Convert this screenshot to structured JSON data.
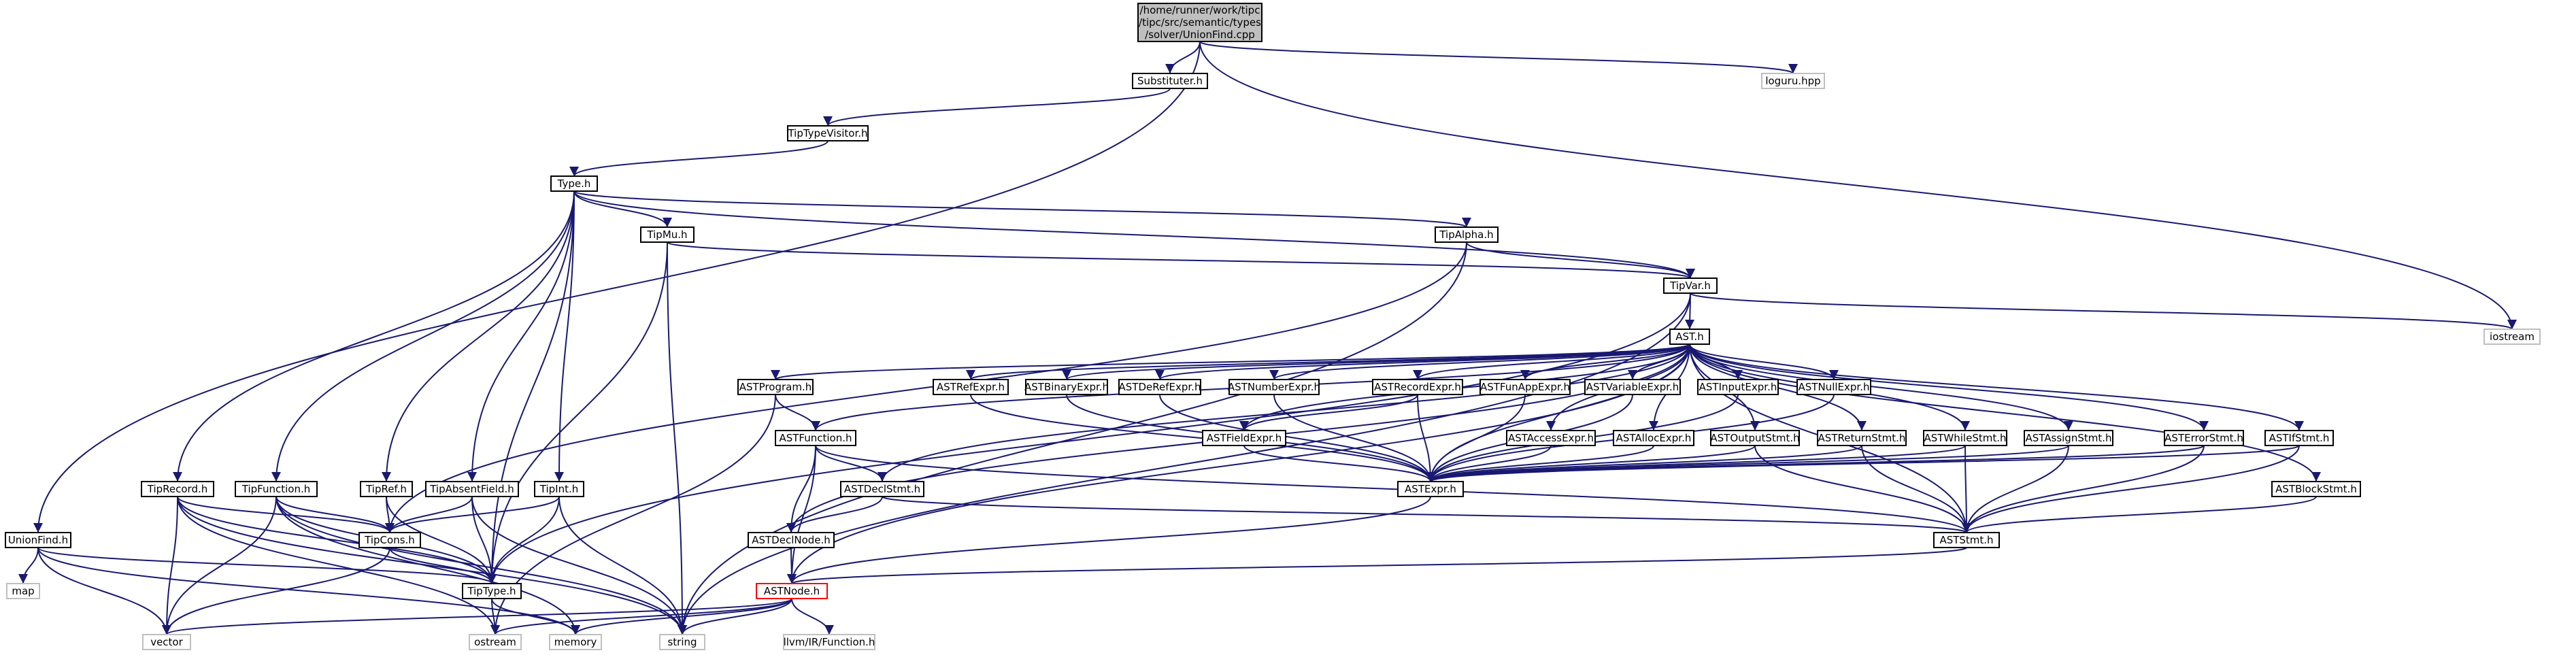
{
  "colors": {
    "edge": "#191970",
    "node_border": "#000000",
    "external_border": "#bfbfbf",
    "external_text": "#000000",
    "highlight_border": "#ff0000",
    "root_fill": "#bfbfbf",
    "node_fill": "#ffffff"
  },
  "graph": {
    "nodes": [
      {
        "id": "root",
        "lines": [
          "/home/runner/work/tipc",
          "/tipc/src/semantic/types",
          "/solver/UnionFind.cpp"
        ],
        "style": "root"
      },
      {
        "id": "substituter",
        "lines": [
          "Substituter.h"
        ],
        "style": "normal"
      },
      {
        "id": "loguru",
        "lines": [
          "loguru.hpp"
        ],
        "style": "external"
      },
      {
        "id": "tiptypevisitor",
        "lines": [
          "TipTypeVisitor.h"
        ],
        "style": "normal"
      },
      {
        "id": "type",
        "lines": [
          "Type.h"
        ],
        "style": "normal"
      },
      {
        "id": "tipmu",
        "lines": [
          "TipMu.h"
        ],
        "style": "normal"
      },
      {
        "id": "tipalpha",
        "lines": [
          "TipAlpha.h"
        ],
        "style": "normal"
      },
      {
        "id": "tipvar",
        "lines": [
          "TipVar.h"
        ],
        "style": "normal"
      },
      {
        "id": "iostream",
        "lines": [
          "iostream"
        ],
        "style": "external"
      },
      {
        "id": "ast",
        "lines": [
          "AST.h"
        ],
        "style": "normal"
      },
      {
        "id": "astprogram",
        "lines": [
          "ASTProgram.h"
        ],
        "style": "normal"
      },
      {
        "id": "astrefexpr",
        "lines": [
          "ASTRefExpr.h"
        ],
        "style": "normal"
      },
      {
        "id": "astbinaryexpr",
        "lines": [
          "ASTBinaryExpr.h"
        ],
        "style": "normal"
      },
      {
        "id": "astderefexpr",
        "lines": [
          "ASTDeRefExpr.h"
        ],
        "style": "normal"
      },
      {
        "id": "astnumberexpr",
        "lines": [
          "ASTNumberExpr.h"
        ],
        "style": "normal"
      },
      {
        "id": "astrecordexpr",
        "lines": [
          "ASTRecordExpr.h"
        ],
        "style": "normal"
      },
      {
        "id": "astfunappexpr",
        "lines": [
          "ASTFunAppExpr.h"
        ],
        "style": "normal"
      },
      {
        "id": "astvariableexpr",
        "lines": [
          "ASTVariableExpr.h"
        ],
        "style": "normal"
      },
      {
        "id": "astinputexpr",
        "lines": [
          "ASTInputExpr.h"
        ],
        "style": "normal"
      },
      {
        "id": "astnullexpr",
        "lines": [
          "ASTNullExpr.h"
        ],
        "style": "normal"
      },
      {
        "id": "astfunction",
        "lines": [
          "ASTFunction.h"
        ],
        "style": "normal"
      },
      {
        "id": "astfieldexpr",
        "lines": [
          "ASTFieldExpr.h"
        ],
        "style": "normal"
      },
      {
        "id": "astaccessexpr",
        "lines": [
          "ASTAccessExpr.h"
        ],
        "style": "normal"
      },
      {
        "id": "astallocexpr",
        "lines": [
          "ASTAllocExpr.h"
        ],
        "style": "normal"
      },
      {
        "id": "astoutputstmt",
        "lines": [
          "ASTOutputStmt.h"
        ],
        "style": "normal"
      },
      {
        "id": "astreturnstmt",
        "lines": [
          "ASTReturnStmt.h"
        ],
        "style": "normal"
      },
      {
        "id": "astwhilestmt",
        "lines": [
          "ASTWhileStmt.h"
        ],
        "style": "normal"
      },
      {
        "id": "astassignstmt",
        "lines": [
          "ASTAssignStmt.h"
        ],
        "style": "normal"
      },
      {
        "id": "asterrorstmt",
        "lines": [
          "ASTErrorStmt.h"
        ],
        "style": "normal"
      },
      {
        "id": "astifstmt",
        "lines": [
          "ASTIfStmt.h"
        ],
        "style": "normal"
      },
      {
        "id": "astdeclstmt",
        "lines": [
          "ASTDeclStmt.h"
        ],
        "style": "normal"
      },
      {
        "id": "astblockstmt",
        "lines": [
          "ASTBlockStmt.h"
        ],
        "style": "normal"
      },
      {
        "id": "astexpr",
        "lines": [
          "ASTExpr.h"
        ],
        "style": "normal"
      },
      {
        "id": "aststmt",
        "lines": [
          "ASTStmt.h"
        ],
        "style": "normal"
      },
      {
        "id": "astdeclnode",
        "lines": [
          "ASTDeclNode.h"
        ],
        "style": "normal"
      },
      {
        "id": "astnode",
        "lines": [
          "ASTNode.h"
        ],
        "style": "highlight"
      },
      {
        "id": "tiprecord",
        "lines": [
          "TipRecord.h"
        ],
        "style": "normal"
      },
      {
        "id": "tipfunction",
        "lines": [
          "TipFunction.h"
        ],
        "style": "normal"
      },
      {
        "id": "tipref",
        "lines": [
          "TipRef.h"
        ],
        "style": "normal"
      },
      {
        "id": "tipabsentfield",
        "lines": [
          "TipAbsentField.h"
        ],
        "style": "normal"
      },
      {
        "id": "tipint",
        "lines": [
          "TipInt.h"
        ],
        "style": "normal"
      },
      {
        "id": "tipcons",
        "lines": [
          "TipCons.h"
        ],
        "style": "normal"
      },
      {
        "id": "tiptype",
        "lines": [
          "TipType.h"
        ],
        "style": "normal"
      },
      {
        "id": "unionfind",
        "lines": [
          "UnionFind.h"
        ],
        "style": "normal"
      },
      {
        "id": "map",
        "lines": [
          "map"
        ],
        "style": "external"
      },
      {
        "id": "vector",
        "lines": [
          "vector"
        ],
        "style": "external"
      },
      {
        "id": "ostream",
        "lines": [
          "ostream"
        ],
        "style": "external"
      },
      {
        "id": "memory",
        "lines": [
          "memory"
        ],
        "style": "external"
      },
      {
        "id": "string",
        "lines": [
          "string"
        ],
        "style": "external"
      },
      {
        "id": "llvmfunction",
        "lines": [
          "llvm/IR/Function.h"
        ],
        "style": "external"
      }
    ],
    "edges": [
      [
        "root",
        "substituter"
      ],
      [
        "root",
        "loguru"
      ],
      [
        "root",
        "unionfind"
      ],
      [
        "root",
        "iostream"
      ],
      [
        "substituter",
        "tiptypevisitor"
      ],
      [
        "tiptypevisitor",
        "type"
      ],
      [
        "type",
        "tipmu"
      ],
      [
        "type",
        "tipalpha"
      ],
      [
        "type",
        "tipvar"
      ],
      [
        "type",
        "tiprecord"
      ],
      [
        "type",
        "tipfunction"
      ],
      [
        "type",
        "tipref"
      ],
      [
        "type",
        "tipabsentfield"
      ],
      [
        "type",
        "tipint"
      ],
      [
        "type",
        "tiptype"
      ],
      [
        "tipmu",
        "tipvar"
      ],
      [
        "tipmu",
        "tiptype"
      ],
      [
        "tipmu",
        "string"
      ],
      [
        "tipalpha",
        "tipvar"
      ],
      [
        "tipalpha",
        "tipcons"
      ],
      [
        "tipalpha",
        "string"
      ],
      [
        "tipvar",
        "ast"
      ],
      [
        "tipvar",
        "iostream"
      ],
      [
        "tipvar",
        "tiptype"
      ],
      [
        "tipvar",
        "string"
      ],
      [
        "ast",
        "astprogram"
      ],
      [
        "ast",
        "astrefexpr"
      ],
      [
        "ast",
        "astbinaryexpr"
      ],
      [
        "ast",
        "astderefexpr"
      ],
      [
        "ast",
        "astnumberexpr"
      ],
      [
        "ast",
        "astrecordexpr"
      ],
      [
        "ast",
        "astfunappexpr"
      ],
      [
        "ast",
        "astvariableexpr"
      ],
      [
        "ast",
        "astinputexpr"
      ],
      [
        "ast",
        "astnullexpr"
      ],
      [
        "ast",
        "astfunction"
      ],
      [
        "ast",
        "astfieldexpr"
      ],
      [
        "ast",
        "astaccessexpr"
      ],
      [
        "ast",
        "astallocexpr"
      ],
      [
        "ast",
        "astoutputstmt"
      ],
      [
        "ast",
        "astreturnstmt"
      ],
      [
        "ast",
        "astwhilestmt"
      ],
      [
        "ast",
        "astassignstmt"
      ],
      [
        "ast",
        "asterrorstmt"
      ],
      [
        "ast",
        "astifstmt"
      ],
      [
        "ast",
        "astdeclstmt"
      ],
      [
        "ast",
        "astblockstmt"
      ],
      [
        "ast",
        "astdeclnode"
      ],
      [
        "ast",
        "astnode"
      ],
      [
        "ast",
        "astexpr"
      ],
      [
        "ast",
        "aststmt"
      ],
      [
        "astprogram",
        "astfunction"
      ],
      [
        "astprogram",
        "ostream"
      ],
      [
        "astfunction",
        "astdeclstmt"
      ],
      [
        "astfunction",
        "astdeclnode"
      ],
      [
        "astfunction",
        "astnode"
      ],
      [
        "astfunction",
        "aststmt"
      ],
      [
        "astrefexpr",
        "astexpr"
      ],
      [
        "astbinaryexpr",
        "astexpr"
      ],
      [
        "astderefexpr",
        "astexpr"
      ],
      [
        "astnumberexpr",
        "astexpr"
      ],
      [
        "astrecordexpr",
        "astfieldexpr"
      ],
      [
        "astrecordexpr",
        "astexpr"
      ],
      [
        "astfunappexpr",
        "astexpr"
      ],
      [
        "astvariableexpr",
        "astexpr"
      ],
      [
        "astinputexpr",
        "astexpr"
      ],
      [
        "astnullexpr",
        "astexpr"
      ],
      [
        "astfieldexpr",
        "astexpr"
      ],
      [
        "astaccessexpr",
        "astexpr"
      ],
      [
        "astallocexpr",
        "astexpr"
      ],
      [
        "astoutputstmt",
        "astexpr"
      ],
      [
        "astoutputstmt",
        "aststmt"
      ],
      [
        "astreturnstmt",
        "astexpr"
      ],
      [
        "astreturnstmt",
        "aststmt"
      ],
      [
        "astwhilestmt",
        "astexpr"
      ],
      [
        "astwhilestmt",
        "aststmt"
      ],
      [
        "astassignstmt",
        "astexpr"
      ],
      [
        "astassignstmt",
        "aststmt"
      ],
      [
        "asterrorstmt",
        "astexpr"
      ],
      [
        "asterrorstmt",
        "aststmt"
      ],
      [
        "astifstmt",
        "astexpr"
      ],
      [
        "astifstmt",
        "aststmt"
      ],
      [
        "astblockstmt",
        "aststmt"
      ],
      [
        "astdeclstmt",
        "astdeclnode"
      ],
      [
        "astdeclstmt",
        "aststmt"
      ],
      [
        "astexpr",
        "astnode"
      ],
      [
        "aststmt",
        "astnode"
      ],
      [
        "astdeclnode",
        "astnode"
      ],
      [
        "astnode",
        "vector"
      ],
      [
        "astnode",
        "ostream"
      ],
      [
        "astnode",
        "memory"
      ],
      [
        "astnode",
        "string"
      ],
      [
        "astnode",
        "llvmfunction"
      ],
      [
        "tiprecord",
        "tipcons"
      ],
      [
        "tiprecord",
        "tiptype"
      ],
      [
        "tiprecord",
        "vector"
      ],
      [
        "tiprecord",
        "ostream"
      ],
      [
        "tiprecord",
        "string"
      ],
      [
        "tipfunction",
        "tipcons"
      ],
      [
        "tipfunction",
        "tiptype"
      ],
      [
        "tipfunction",
        "vector"
      ],
      [
        "tipfunction",
        "memory"
      ],
      [
        "tipfunction",
        "string"
      ],
      [
        "tipref",
        "tipcons"
      ],
      [
        "tipref",
        "tiptype"
      ],
      [
        "tipabsentfield",
        "tipcons"
      ],
      [
        "tipabsentfield",
        "tiptype"
      ],
      [
        "tipabsentfield",
        "string"
      ],
      [
        "tipint",
        "tipcons"
      ],
      [
        "tipint",
        "tiptype"
      ],
      [
        "tipint",
        "string"
      ],
      [
        "tipcons",
        "tiptype"
      ],
      [
        "tipcons",
        "vector"
      ],
      [
        "tiptype",
        "ostream"
      ],
      [
        "tiptype",
        "memory"
      ],
      [
        "unionfind",
        "tiptype"
      ],
      [
        "unionfind",
        "map"
      ],
      [
        "unionfind",
        "vector"
      ],
      [
        "unionfind",
        "memory"
      ]
    ]
  }
}
